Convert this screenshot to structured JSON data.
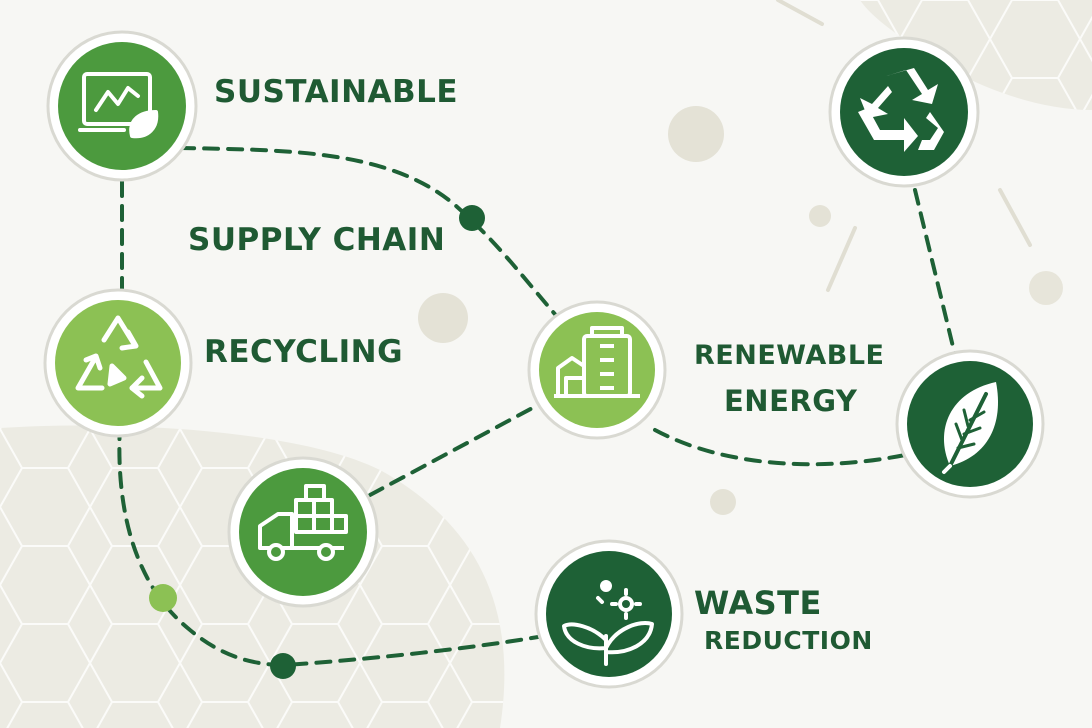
{
  "labels": {
    "sustainable": "SUSTAINABLE",
    "supply_chain": "SUPPLY CHAIN",
    "recycling": "RECYCLING",
    "renewable": "RENEWABLE",
    "energy": "ENERGY",
    "waste": "WASTE",
    "reduction": "REDUCTION"
  },
  "nodes": [
    {
      "id": "sustainable",
      "icon": "chart-leaf-icon",
      "style": "medium-green"
    },
    {
      "id": "recycling",
      "icon": "recycle-outline-icon",
      "style": "light-green"
    },
    {
      "id": "truck",
      "icon": "delivery-truck-icon",
      "style": "medium-green"
    },
    {
      "id": "factory",
      "icon": "factory-battery-icon",
      "style": "light-green"
    },
    {
      "id": "recycle-dark",
      "icon": "recycle-icon",
      "style": "dark-green"
    },
    {
      "id": "leaf",
      "icon": "leaf-icon",
      "style": "dark-green"
    },
    {
      "id": "waste",
      "icon": "sprout-gears-icon",
      "style": "dark-green"
    }
  ],
  "colors": {
    "dark_green": "#1e6136",
    "medium_green": "#4c9a3e",
    "light_green": "#8cc154",
    "text": "#1f5a33",
    "background": "#f7f7f4",
    "texture": "#ecebe3"
  }
}
